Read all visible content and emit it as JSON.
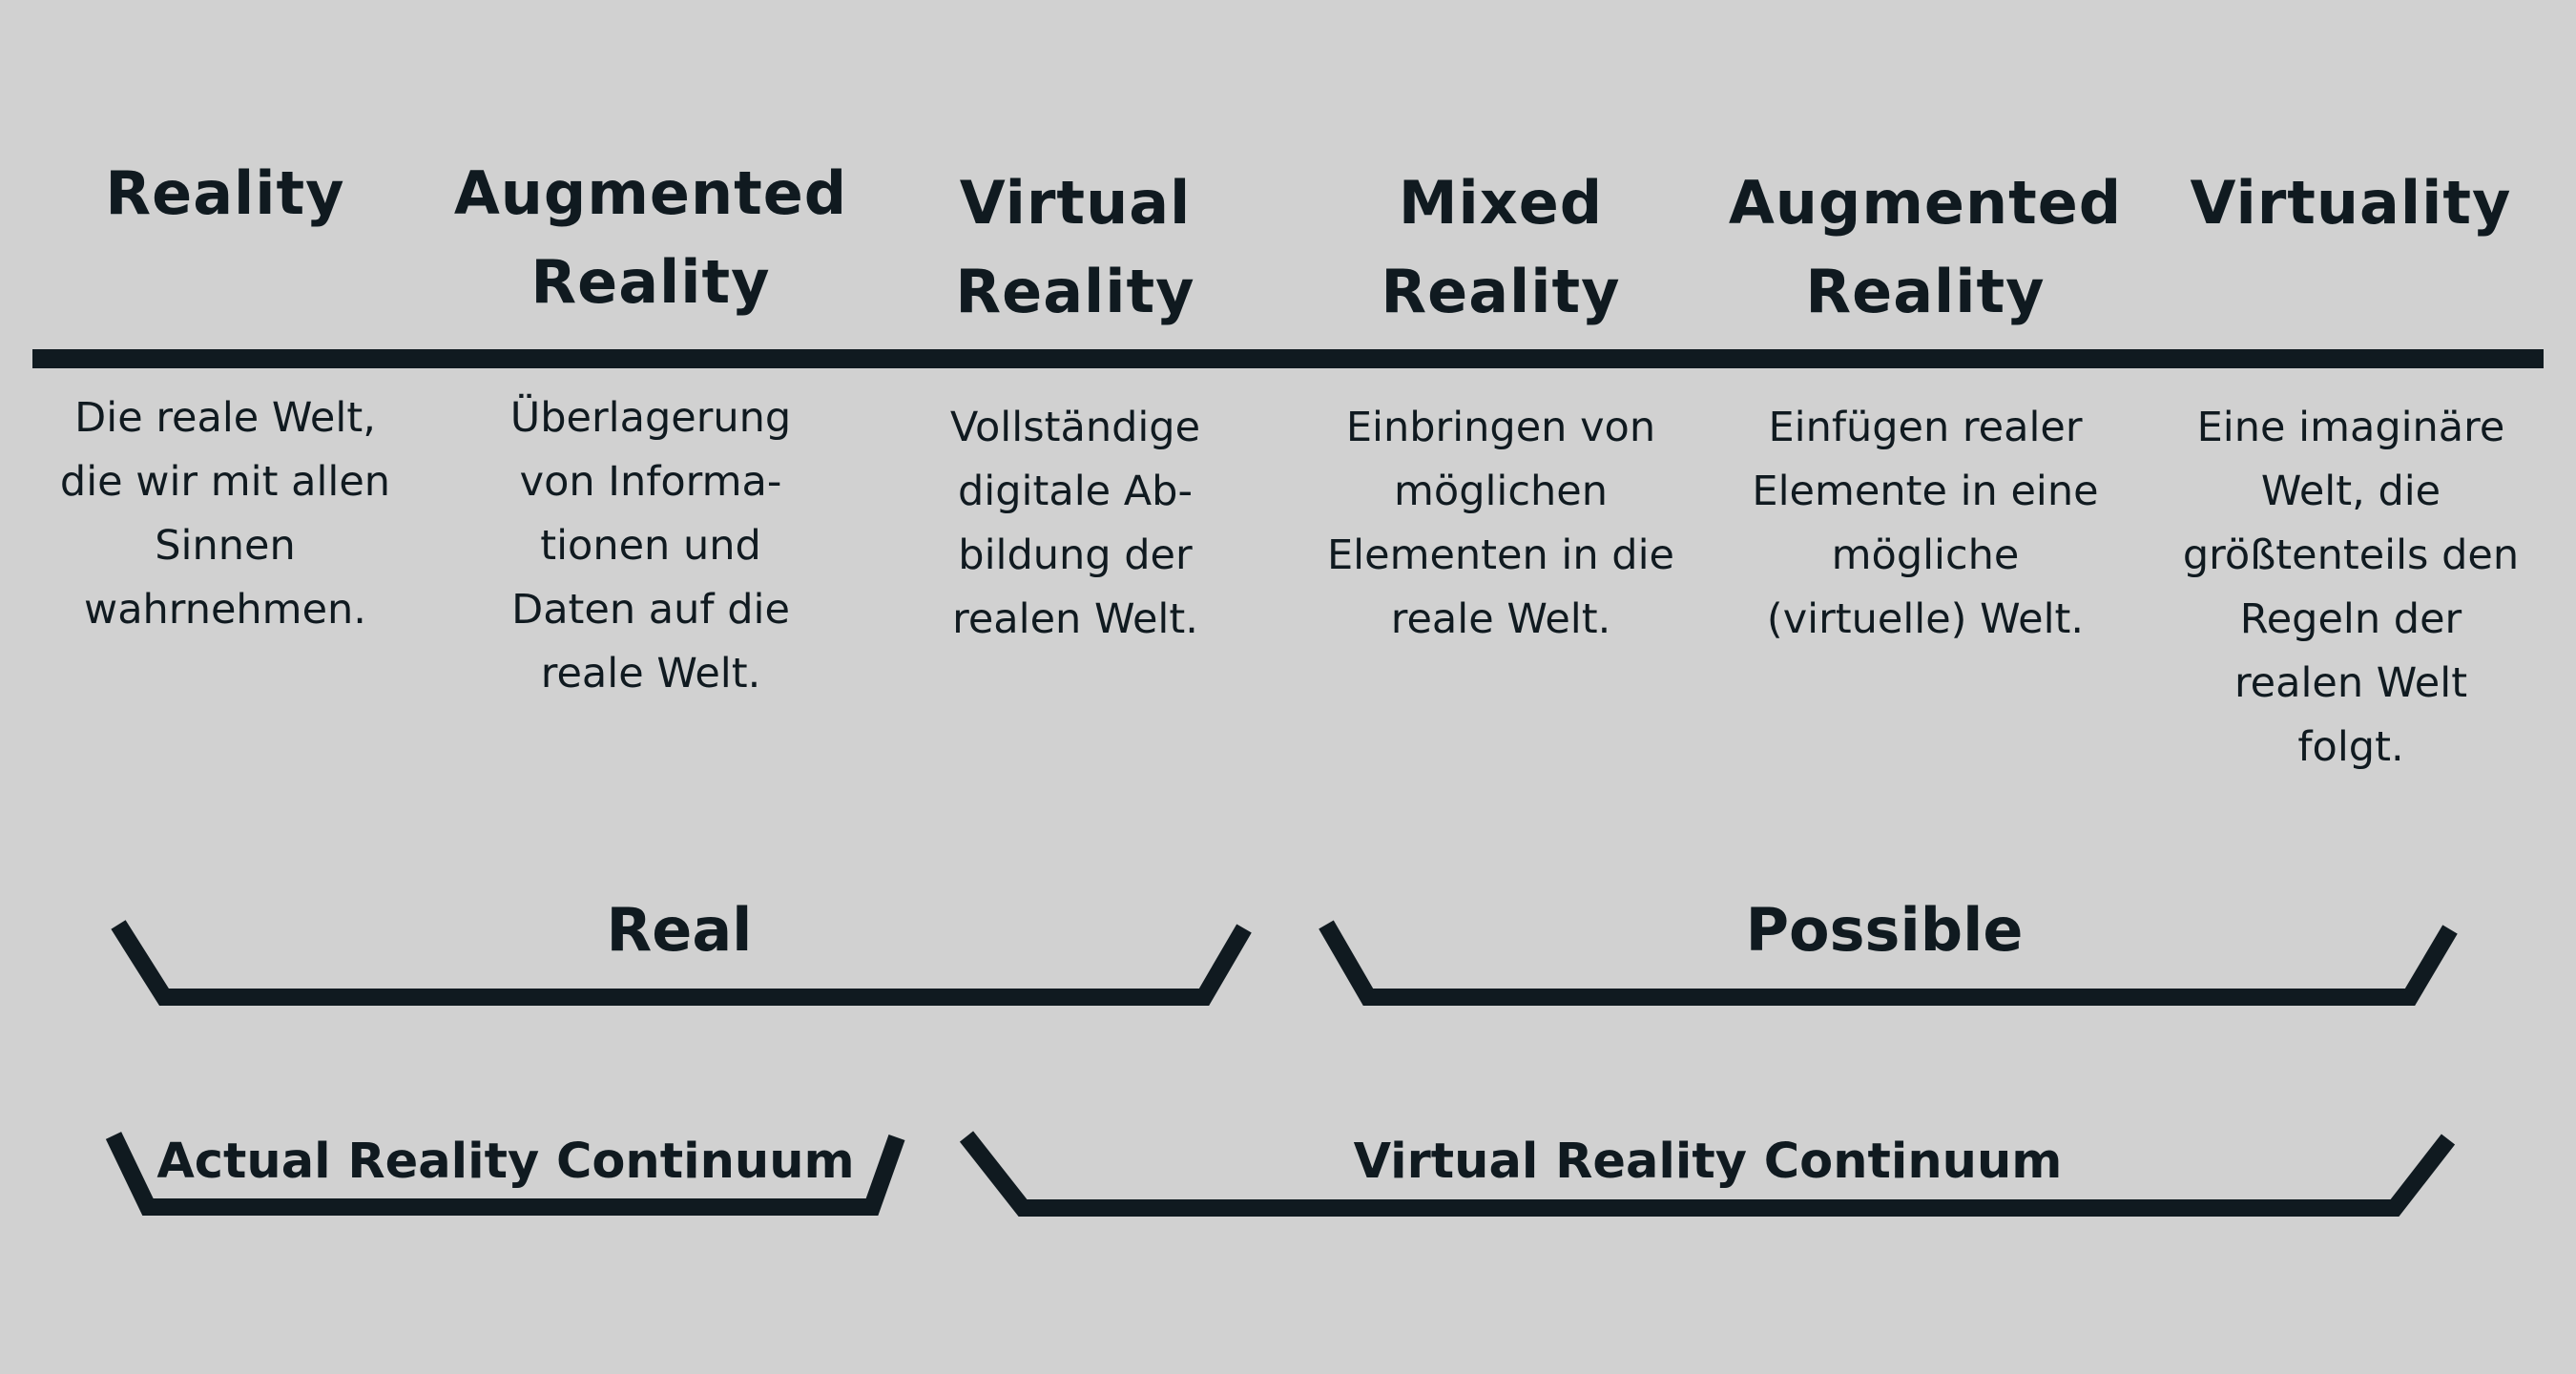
{
  "columns": [
    {
      "title": "Reality",
      "description": "Die reale Welt,\ndie wir mit allen\nSinnen\nwahrnehmen."
    },
    {
      "title": "Augmented\nReality",
      "description": "Überlagerung\nvon Informa-\ntionen und\nDaten auf die\nreale Welt."
    },
    {
      "title": "Virtual\nReality",
      "description": "Vollständige\ndigitale Ab-\nbildung der\nrealen Welt."
    },
    {
      "title": "Mixed\nReality",
      "description": "Einbringen von\nmöglichen\nElementen in die\nreale Welt."
    },
    {
      "title": "Augmented\nReality",
      "description": "Einfügen realer\nElemente in eine\nmögliche\n(virtuelle) Welt."
    },
    {
      "title": "Virtuality",
      "description": "Eine imaginäre\nWelt, die\ngrößtenteils den\nRegeln der\nrealen Welt\nfolgt."
    }
  ],
  "groups": {
    "real": "Real",
    "possible": "Possible",
    "actual_continuum": "Actual Reality Continuum",
    "virtual_continuum": "Virtual Reality Continuum"
  },
  "colors": {
    "background": "#d1d1d1",
    "ink": "#101a20"
  }
}
